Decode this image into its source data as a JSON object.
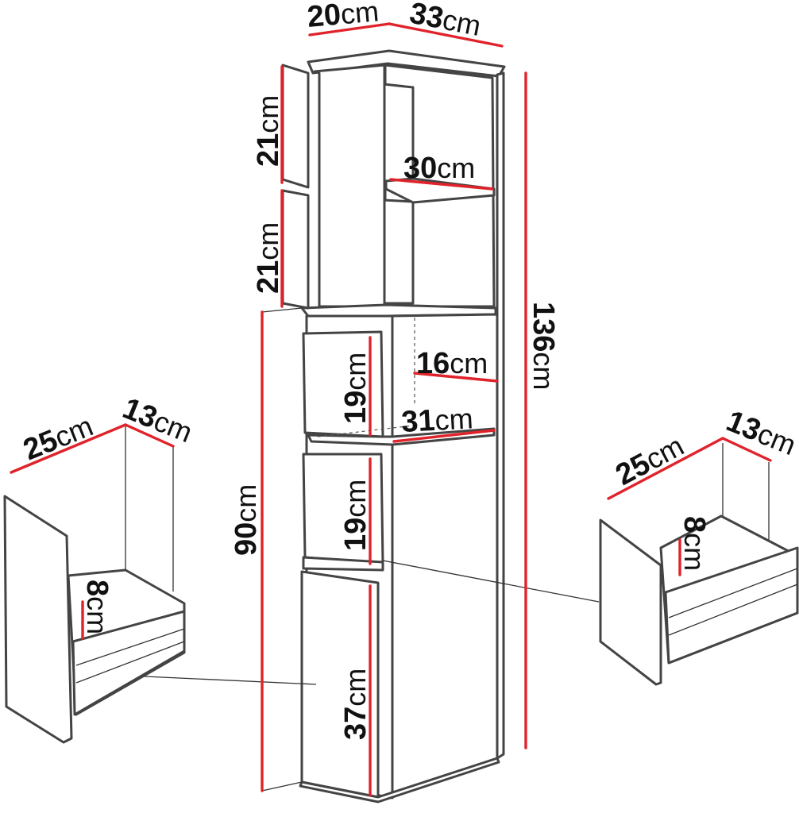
{
  "colors": {
    "dimension_line": "#e0232b",
    "outline": "#444444",
    "background": "#ffffff"
  },
  "unit": "cm",
  "cabinet": {
    "top_depth": "20",
    "top_width": "33",
    "upper_front_panel": "21",
    "lower_front_panel": "21",
    "upper_shelf_width": "30",
    "total_height": "136",
    "base_height": "90",
    "open_shelf_depth": "16",
    "open_shelf_width": "31",
    "drawer_1_height": "19",
    "drawer_2_height": "19",
    "bottom_door_height": "37"
  },
  "drawer_left": {
    "width": "25",
    "depth": "13",
    "height": "8"
  },
  "drawer_right": {
    "width": "25",
    "depth": "13",
    "height": "8"
  }
}
